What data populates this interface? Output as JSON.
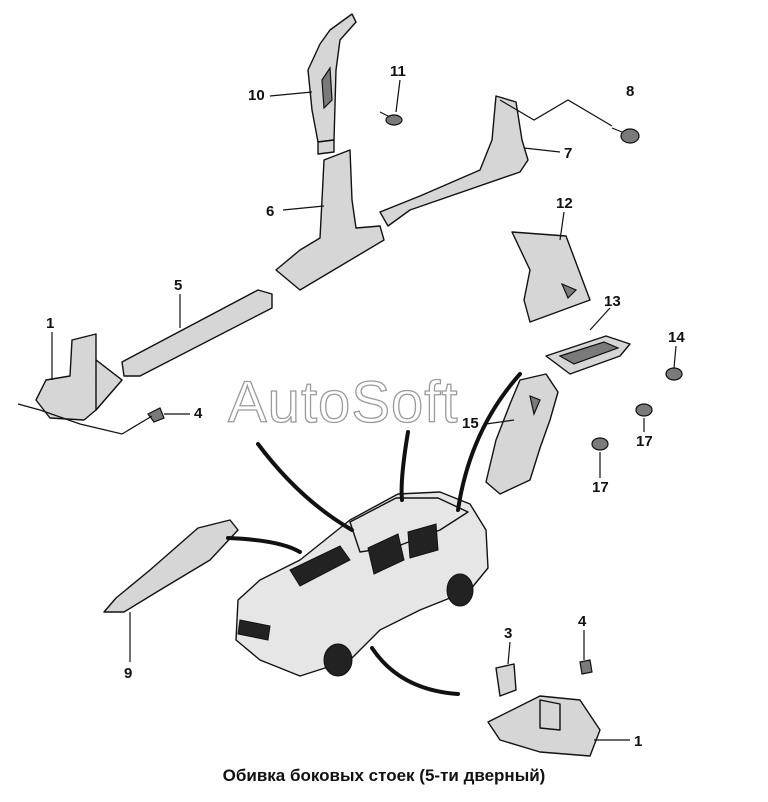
{
  "caption": "Обивка боковых стоек (5-ти дверный)",
  "watermark": "AutoSoft",
  "callouts": {
    "c1_top": "1",
    "c4_top": "4",
    "c5": "5",
    "c6": "6",
    "c7": "7",
    "c8": "8",
    "c9": "9",
    "c10": "10",
    "c11": "11",
    "c12": "12",
    "c13": "13",
    "c14": "14",
    "c15": "15",
    "c17_upper": "17",
    "c17_lower": "17",
    "c3": "3",
    "c4_bottom": "4",
    "c1_bottom": "1"
  }
}
